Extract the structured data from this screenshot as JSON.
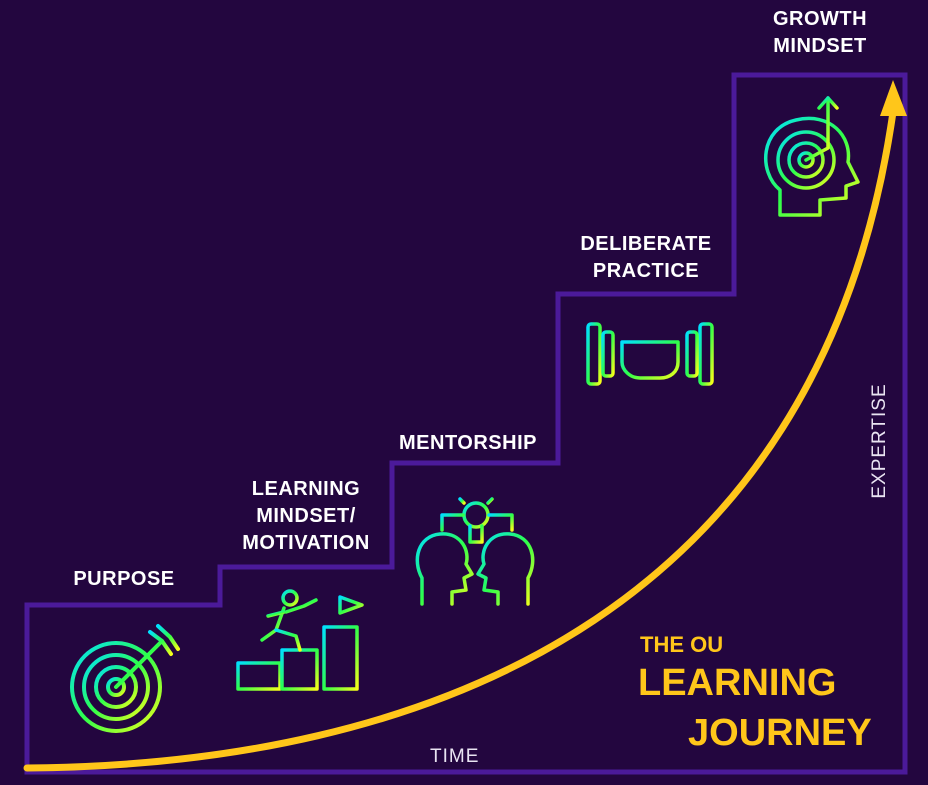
{
  "steps": [
    {
      "label": "PURPOSE",
      "icon": "target-arrow-icon"
    },
    {
      "label": "LEARNING MINDSET/ MOTIVATION",
      "line1": "LEARNING",
      "line2": "MINDSET/",
      "line3": "MOTIVATION",
      "icon": "climbing-runner-icon"
    },
    {
      "label": "MENTORSHIP",
      "icon": "mentor-heads-lightbulb-icon"
    },
    {
      "label": "DELIBERATE PRACTICE",
      "line1": "DELIBERATE",
      "line2": "PRACTICE",
      "icon": "dumbbell-fist-icon"
    },
    {
      "label": "GROWTH MINDSET",
      "line1": "GROWTH",
      "line2": "MINDSET",
      "icon": "head-target-arrow-icon"
    }
  ],
  "axes": {
    "x_label": "TIME",
    "y_label": "EXPERTISE"
  },
  "brand": {
    "line1": "THE OU",
    "line2": "LEARNING",
    "line3": "JOURNEY"
  },
  "colors": {
    "background": "#23063f",
    "stairs": "#4b1a9a",
    "curve": "#ffc61a",
    "icon_gradient": [
      "#00e0ff",
      "#2eff4a",
      "#f6ff1a"
    ]
  }
}
